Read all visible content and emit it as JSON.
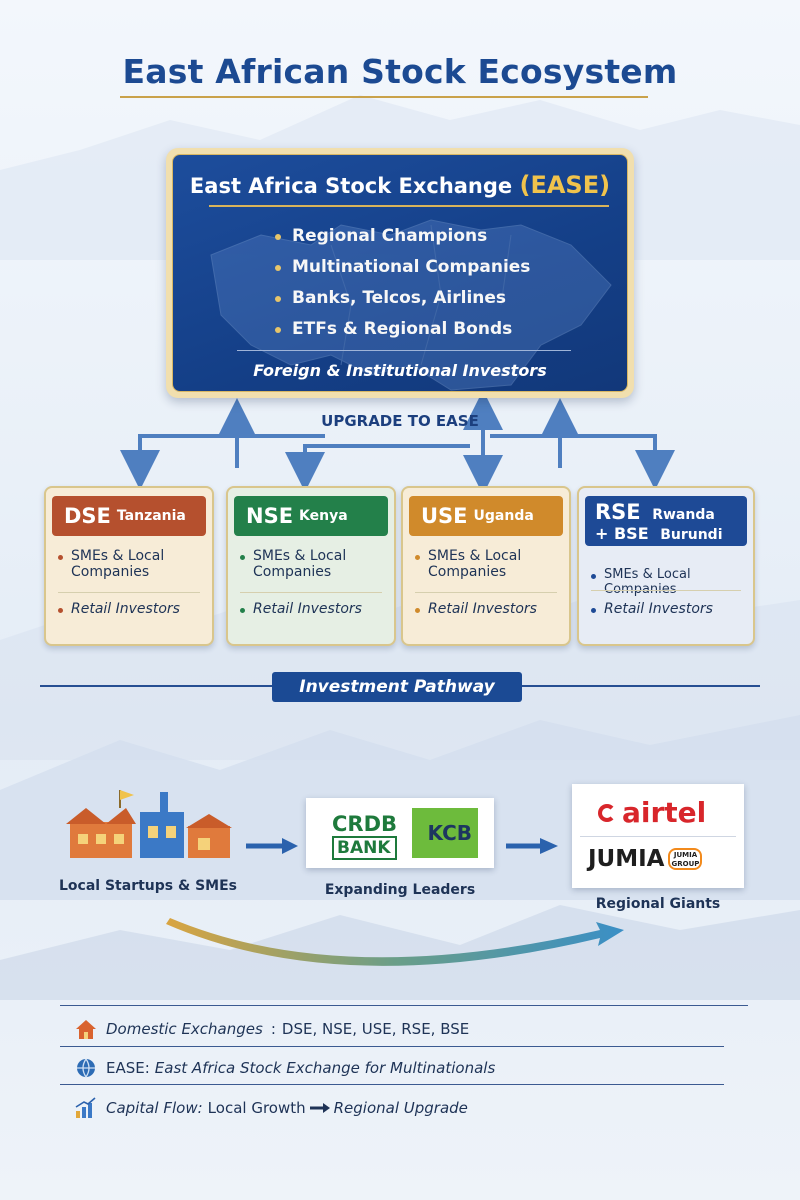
{
  "title": "East African Stock Ecosystem",
  "ease": {
    "title_main": "East Africa Stock Exchange",
    "title_accent": "(EASE)",
    "items": [
      "Regional Champions",
      "Multinational Companies",
      "Banks, Telcos, Airlines",
      "ETFs & Regional Bonds"
    ],
    "investors": "Foreign & Institutional Investors"
  },
  "upgrade_label": "UPGRADE TO EASE",
  "exchanges": [
    {
      "code": "DSE",
      "country": "Tanzania",
      "item1": "SMEs & Local Companies",
      "item2": "Retail Investors",
      "color": "#b5502e"
    },
    {
      "code": "NSE",
      "country": "Kenya",
      "item1": "SMEs & Local Companies",
      "item2": "Retail Investors",
      "color": "#23804a"
    },
    {
      "code": "USE",
      "country": "Uganda",
      "item1": "SMEs & Local Companies",
      "item2": "Retail Investors",
      "color": "#d08a2b"
    },
    {
      "code": "RSE",
      "country": "Rwanda",
      "code2": "+ BSE",
      "country2": "Burundi",
      "item1": "SMEs & Local Companies",
      "item2": "Retail Investors",
      "color": "#1e4a96"
    }
  ],
  "pathway": {
    "label": "Investment Pathway",
    "stage1": "Local Startups & SMEs",
    "stage2": "Expanding Leaders",
    "stage3": "Regional Giants",
    "logos": {
      "crdb_line1": "CRDB",
      "crdb_line2": "BANK",
      "kcb": "KCB",
      "airtel": "airtel",
      "jumia": "JUMIA",
      "jumia_badge": "JUMIA GROUP"
    }
  },
  "legend": {
    "row1_label": "Domestic Exchanges",
    "row1_value": "DSE, NSE, USE, RSE, BSE",
    "row2_label": "EASE:",
    "row2_value": "East Africa Stock Exchange for Multinationals",
    "row3_label": "Capital Flow:",
    "row3_from": "Local Growth",
    "row3_to": "Regional Upgrade"
  }
}
